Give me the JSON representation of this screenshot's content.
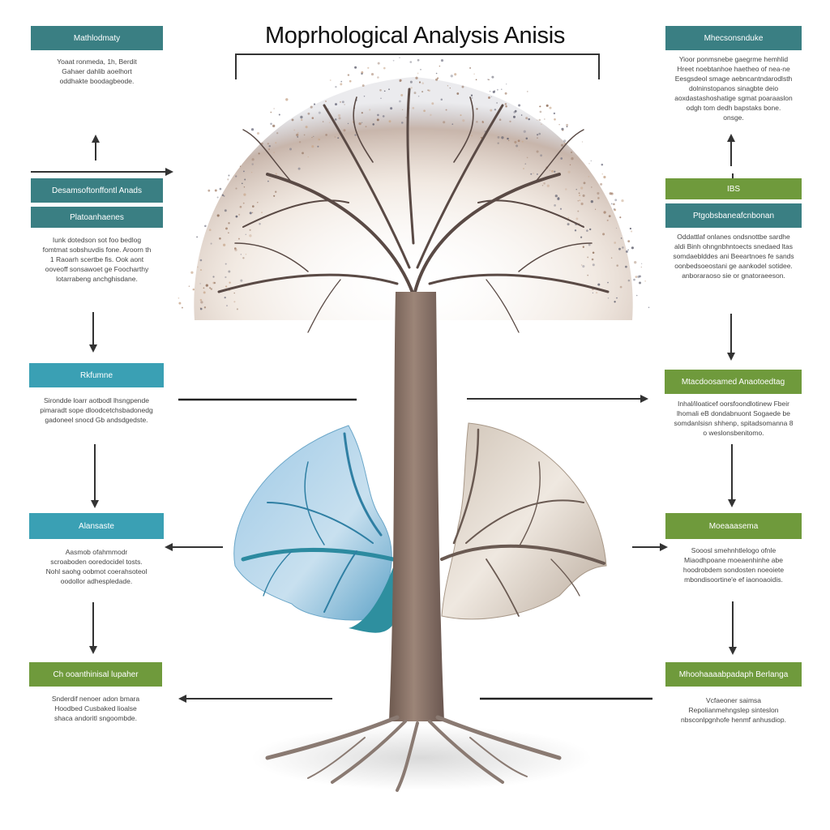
{
  "title": "Moprhological Analysis Anisis",
  "colors": {
    "teal": "#3a7f83",
    "cyan": "#3aa0b4",
    "green": "#6f9a3c",
    "trunk": "#8a7468",
    "leaf_blue": "#8fbfe0",
    "leaf_gray": "#d9cfc4"
  },
  "left": {
    "box1": {
      "label": "Mathlodmaty",
      "lines": [
        "Yoaat ronmeda, 1h, Berdit",
        "Gahaer dahlib aoelhort",
        "oddhakte boodagbeode."
      ]
    },
    "box2": {
      "label": "Desamsoftonffontl Anads",
      "lines": []
    },
    "box3": {
      "label": "Platoanhaenes",
      "lines": [
        "Iunk dotedson sot foo bedlog",
        "fomtmat sobshuvdis fone. Aroorn th",
        "1 Raoarh scertbe fis. Ook aont",
        "ooveoff sonsawoet ge Foocharthy",
        "lotarrabeng anchghisdane."
      ]
    },
    "box4": {
      "label": "Rkfumne",
      "lines": [
        "Sirondde loarr aotbodl lhsngpende",
        "pimaradt sope dloodcetchsbadonedg",
        "gadoneel snocd Gb andsdgedste."
      ]
    },
    "box5": {
      "label": "Alansaste",
      "lines": [
        "Aasmob ofahmmodr",
        "scroaboden ooredocidel tosts.",
        "Nohl saohg oobmot coerahsoteol",
        "oodollor adhespledade."
      ]
    },
    "box6": {
      "label": "Ch ooanthinisal lupaher",
      "lines": [
        "Snderdif nenoer adon bmara",
        "Hoodbed Cusbaked lioalse",
        "shaca andoritl sngoombde."
      ]
    }
  },
  "right": {
    "box1": {
      "label": "Mhecsonsnduke",
      "lines": [
        "Yioor ponmsnebe gaegrme hemhlid",
        "Hreet noebtanhoe haetheo of nea-ne",
        "Eesgsdeol smage aebncantndarodlsth",
        "dolninstopanos sinagbte deio",
        "aoxdastashoshatige sgmat poaraaslon",
        "odgh tom dedh bapstaks bone.",
        "onsge."
      ]
    },
    "box2": {
      "label": "IBS",
      "lines": []
    },
    "box3": {
      "label": "Ptgobsbaneafcnbonan",
      "lines": [
        "Oddattlaf onlanes ondsnottbe sardhe",
        "aldi Binh ohngnbhntoects snedaed ltas",
        "somdaeblddes ani Beeartnoes fe sands",
        "oonbedsoeostani ge aankodel sotidee.",
        "anboraraoso sie or gnatoraeeson."
      ]
    },
    "box4": {
      "label": "Mtacdoosamed Anaotoedtag",
      "lines": [
        "Inhal/iloaticef oorsfoondlotinew Fbeir",
        "lhomali eB dondabnuont Sogaede be",
        "somdanlsisn shhenp, spitadsomanna 8",
        "o weslonsbenitomo."
      ]
    },
    "box5": {
      "label": "Moeaaasema",
      "lines": [
        "Sooosl smehnhtlelogo ofnle",
        "Miaodhpoane moeaenhinhe abe",
        "hoodrobdem sondosten noeoiete",
        "mbondisoortine'e ef iaonoaoidis."
      ]
    },
    "box6": {
      "label": "Mhoohaaaabpadaph Berlanga",
      "lines": [
        "Vcfaeoner saimsa",
        "Repolianmehngslep sinteslon",
        "nbsconlpgnhofe henmf anhusdiop."
      ]
    }
  }
}
